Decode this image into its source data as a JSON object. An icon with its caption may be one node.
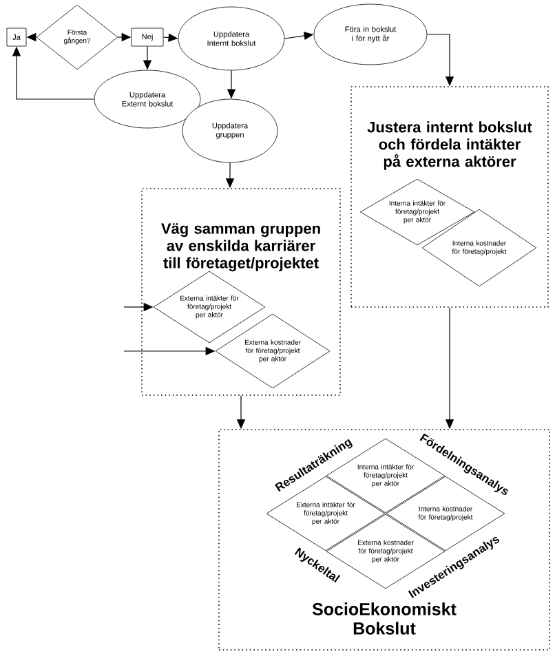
{
  "diagram": {
    "nodes": [
      {
        "text": [
          "Ja"
        ]
      },
      {
        "text": [
          "Första gången?"
        ]
      },
      {
        "text": [
          "Nej"
        ]
      },
      {
        "text": [
          "Uppdatera Internt bokslut"
        ]
      },
      {
        "text": [
          "Föra in bokslut i för nytt år"
        ]
      },
      {
        "text": [
          "Uppdatera Externt bokslut"
        ]
      },
      {
        "text": [
          "Uppdatera gruppen"
        ]
      },
      {
        "text": [
          "Justera internt bokslut och fördela intäkter på externa aktörer"
        ]
      },
      {
        "text": [
          "Interna intäkter för företag/projekt per aktör"
        ],
        "in": 7
      },
      {
        "text": [
          "Interna kostnader för företag/projekt"
        ],
        "in": 7
      },
      {
        "text": [
          "Väg samman gruppen av enskilda karriärer till företaget/projektet"
        ]
      },
      {
        "text": [
          "Externa intäkter för företag/projekt per aktör"
        ],
        "in": 10
      },
      {
        "text": [
          "Externa kostnader för företag/projekt per aktör"
        ],
        "in": 10
      },
      {
        "text": [
          "SocioEkonomiskt Bokslut"
        ]
      },
      {
        "text": [
          "Interna intäkter för företag/projekt per aktör"
        ],
        "in": 13
      },
      {
        "text": [
          "Externa intäkter för företag/projekt per aktör"
        ],
        "in": 13
      },
      {
        "text": [
          "Interna kostnader för företag/projekt"
        ],
        "in": 13
      },
      {
        "text": [
          "Externa kostnader för företag/projekt per aktör"
        ],
        "in": 13
      }
    ],
    "edges": [
      {
        "from": 1,
        "to": 0,
        "arrow": "to"
      },
      {
        "from": 1,
        "to": 2,
        "arrow": "to"
      },
      {
        "from": 2,
        "to": 3,
        "arrow": "to"
      },
      {
        "from": 3,
        "to": 4,
        "arrow": "to"
      },
      {
        "from": 4,
        "to": 7,
        "arrow": "to"
      },
      {
        "from": 2,
        "to": 5,
        "arrow": "to"
      },
      {
        "from": 5,
        "to": 0,
        "arrow": "to"
      },
      {
        "from": 3,
        "to": 6,
        "arrow": "to"
      },
      {
        "from": 6,
        "to": 10,
        "arrow": "to"
      },
      {
        "from": null,
        "to": 11,
        "arrow": "to"
      },
      {
        "from": null,
        "to": 12,
        "arrow": "to"
      },
      {
        "from": 10,
        "to": 13,
        "arrow": "to"
      },
      {
        "from": 7,
        "to": 13,
        "arrow": "to"
      }
    ],
    "labels": [
      "Resultaträkning",
      "Fördelningsanalys",
      "Nyckeltal",
      "Investeringsanalys"
    ]
  }
}
